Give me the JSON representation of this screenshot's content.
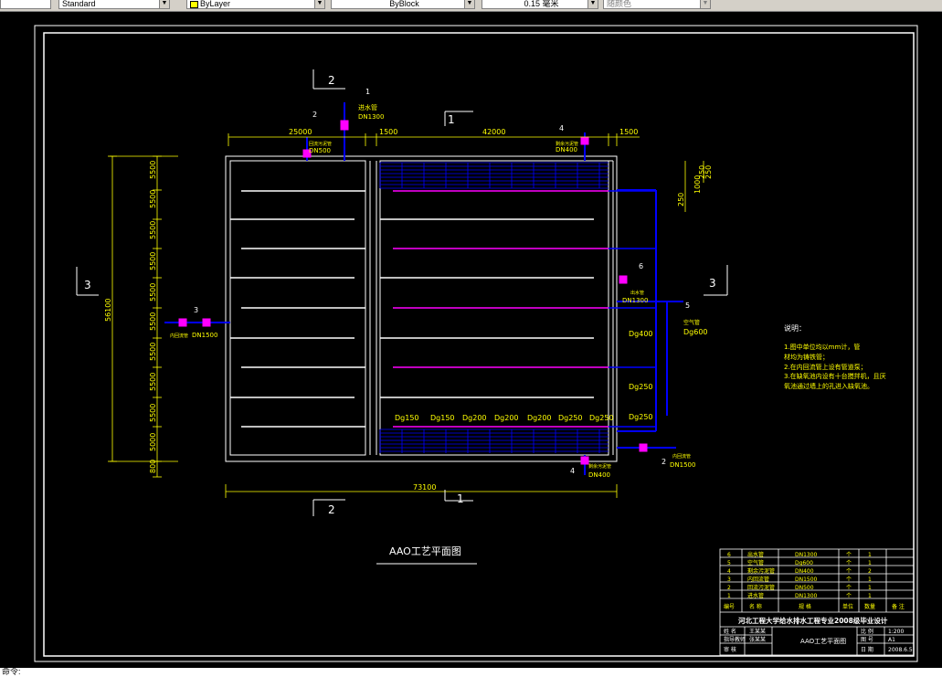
{
  "toolbar": {
    "text_style": "Standard",
    "layer": "ByLayer",
    "linetype": "ByBlock",
    "lineweight": "0.15 毫米",
    "plot_style": "随颜色"
  },
  "drawing": {
    "title": "AAO工艺平面图",
    "section_marks": [
      "1",
      "2",
      "3"
    ],
    "leader_numbers": [
      "1",
      "2",
      "3",
      "4",
      "5",
      "6"
    ],
    "top_dims": [
      "25000",
      "1500",
      "42000",
      "1500"
    ],
    "bottom_dim": "73100",
    "left_total": "56100",
    "left_dims": [
      "5500",
      "5500",
      "5500",
      "5500",
      "5500",
      "5500",
      "5500",
      "5500",
      "5500",
      "5000",
      "800"
    ],
    "right_dims": [
      "250",
      "1000",
      "250",
      "250"
    ],
    "pipe_labels": {
      "inlet": "进水管",
      "inlet_dn": "DN1300",
      "reflux": "回流污泥管",
      "reflux_dn": "DN500",
      "sludge": "剩余污泥管",
      "sludge_dn": "DN400",
      "sludge_dn_bottom": "DN400",
      "outlet": "出水管",
      "outlet_dn": "DN1300",
      "left_pipe": "内回流管",
      "left_dn": "DN1500",
      "air": "空气管",
      "air_dg": "Dg600",
      "dg400": "Dg400",
      "dg250a": "Dg250",
      "dg250b": "Dg250",
      "bottom_pipe": "内回流管",
      "bottom_dn": "DN1500"
    },
    "branch_dgs": [
      "Dg150",
      "Dg150",
      "Dg200",
      "Dg200",
      "Dg200",
      "Dg250",
      "Dg250"
    ]
  },
  "notes": {
    "heading": "说明：",
    "lines": [
      "1.图中单位均以mm计，管",
      "  材均为铸铁管；",
      "2.在内回流管上设有管道泵；",
      "3.在缺氧池内设有十台搅拌机，且厌",
      "  氧池通过墙上的孔进入缺氧池。"
    ]
  },
  "table": {
    "rows": [
      [
        "6",
        "出水管",
        "DN1300",
        "个",
        "1",
        ""
      ],
      [
        "5",
        "空气管",
        "Dg600",
        "个",
        "1",
        ""
      ],
      [
        "4",
        "剩余污泥管",
        "DN400",
        "个",
        "2",
        ""
      ],
      [
        "3",
        "内回流管",
        "DN1500",
        "个",
        "1",
        ""
      ],
      [
        "2",
        "回流污泥管",
        "DN500",
        "个",
        "1",
        ""
      ],
      [
        "1",
        "进水管",
        "DN1300",
        "个",
        "1",
        ""
      ]
    ],
    "header": [
      "编号",
      "名 称",
      "规 格",
      "单位",
      "数量",
      "备 注"
    ],
    "school": "河北工程大学给水排水工程专业2008级毕业设计",
    "tb_labels": [
      "姓 名",
      "指导教师",
      "审 核"
    ],
    "tb_names": [
      "王某某",
      "张某某",
      ""
    ],
    "drawing_name": "AAO工艺平面图",
    "meta_labels": [
      "比 例",
      "图 号",
      "日 期"
    ],
    "meta_values": [
      "1:200",
      "A1",
      "2008.6.5"
    ]
  },
  "command": "命令:"
}
